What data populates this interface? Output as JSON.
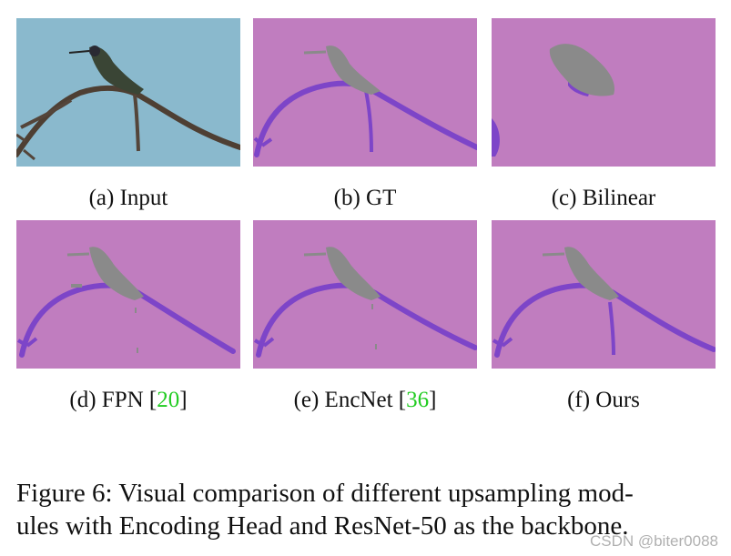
{
  "figure": {
    "panels": [
      {
        "id": "a",
        "label": "(a) Input"
      },
      {
        "id": "b",
        "label": "(b) GT"
      },
      {
        "id": "c",
        "label": "(c) Bilinear"
      },
      {
        "id": "d",
        "label_prefix": "(d) FPN [",
        "cite": "20",
        "label_suffix": "]"
      },
      {
        "id": "e",
        "label_prefix": "(e) EncNet [",
        "cite": "36",
        "label_suffix": "]"
      },
      {
        "id": "f",
        "label": "(f) Ours"
      }
    ],
    "caption": {
      "line1": "Figure 6:  Visual comparison of different upsampling mod-",
      "line2": "ules with Encoding Head and ResNet-50 as the backbone."
    },
    "colors": {
      "sky": "#8ab9cd",
      "background_class": "#c07dbf",
      "branch_class": "#7d45c8",
      "bird_class": "#8a8a8a",
      "citation": "#22cc22"
    }
  },
  "watermark": "CSDN @biter0088"
}
